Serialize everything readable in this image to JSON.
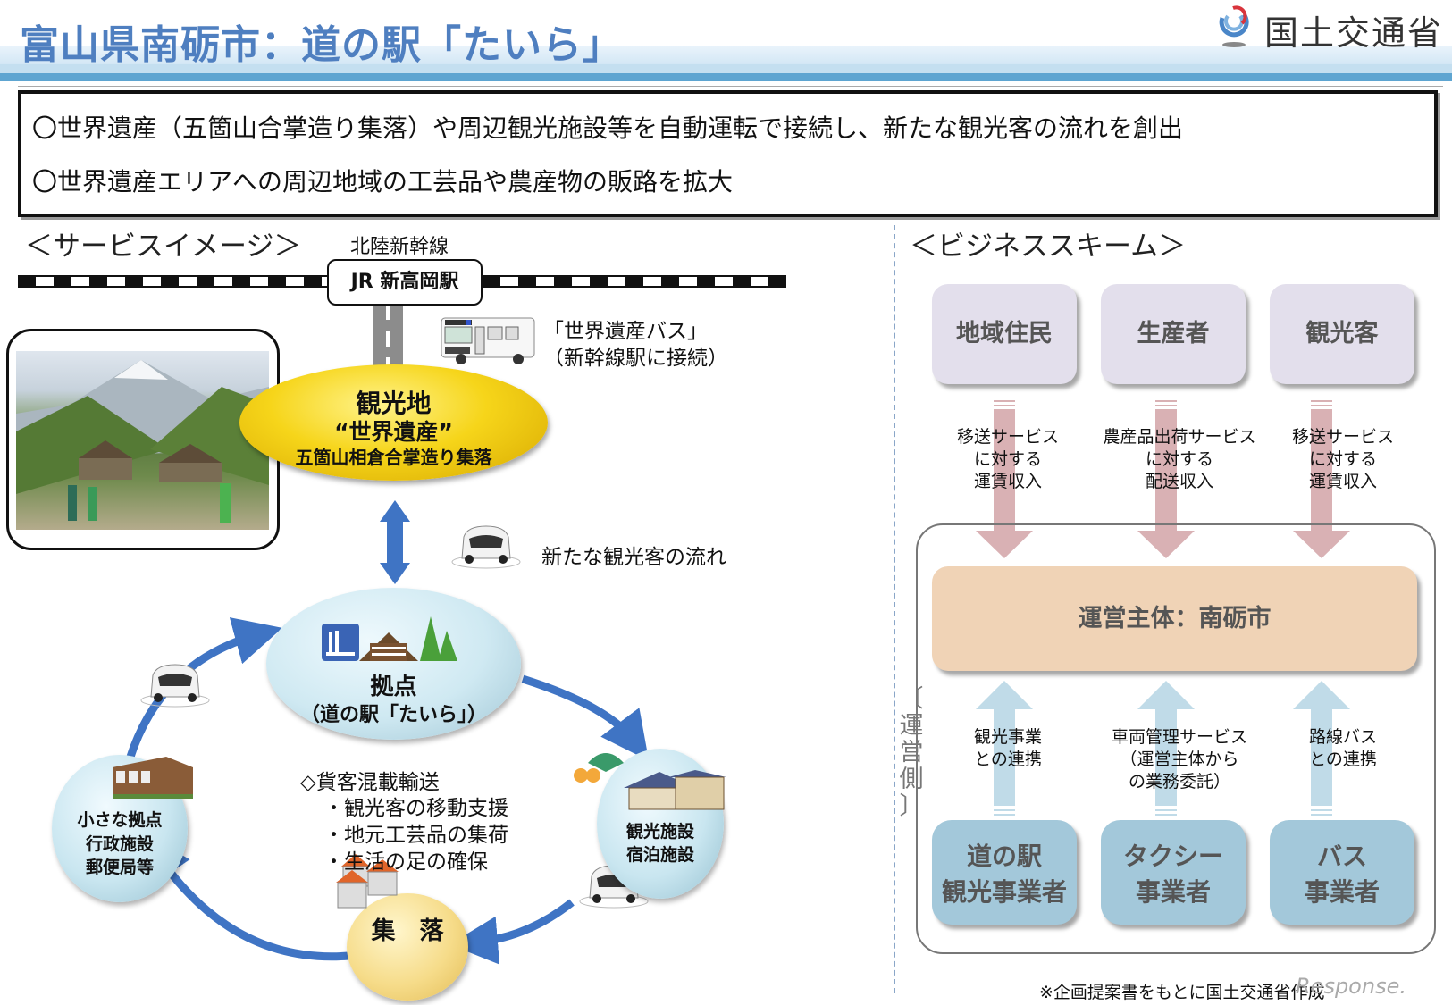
{
  "header": {
    "title": "富山県南砺市：道の駅「たいら」",
    "ministry": "国土交通省",
    "logo_icon": "mlit-logo-icon"
  },
  "summary": {
    "lines": [
      "〇世界遺産（五箇山合掌造り集落）や周辺観光施設等を自動運転で接続し、新たな観光客の流れを創出",
      "〇世界遺産エリアへの周辺地域の工芸品や農産物の販路を拡大"
    ]
  },
  "service_image": {
    "heading": "＜サービスイメージ＞",
    "railway_line": "北陸新幹線",
    "station": "JR 新高岡駅",
    "bus_label_1": "「世界遺産バス」",
    "bus_label_2": "（新幹線駅に接続）",
    "destination": {
      "line1": "観光地",
      "line2": "“世界遺産”",
      "line3": "五箇山相倉合掌造り集落"
    },
    "new_flow_label": "新たな観光客の流れ",
    "hub": {
      "line1": "拠点",
      "line2": "（道の駅「たいら」）"
    },
    "nodes": {
      "small_hub": [
        "小さな拠点",
        "行政施設",
        "郵便局等"
      ],
      "tourism": [
        "観光施設",
        "宿泊施設"
      ],
      "village": "集　落"
    },
    "mixed_transport": {
      "title": "◇貨客混載輸送",
      "items": [
        "・観光客の移動支援",
        "・地元工芸品の集荷",
        "・生活の足の確保"
      ]
    }
  },
  "business_scheme": {
    "heading": "＜ビジネススキーム＞",
    "stakeholders": [
      "地域住民",
      "生産者",
      "観光客"
    ],
    "revenue_flows": [
      [
        "移送サービス",
        "に対する",
        "運賃収入"
      ],
      [
        "農産品出荷サービス",
        "に対する",
        "配送収入"
      ],
      [
        "移送サービス",
        "に対する",
        "運賃収入"
      ]
    ],
    "operator_main": "運営主体：南砺市",
    "operator_side_label": "〔運営側〕",
    "support_flows": [
      [
        "観光事業",
        "との連携"
      ],
      [
        "車両管理サービス",
        "（運営主体から",
        "の業務委託）"
      ],
      [
        "路線バス",
        "との連携"
      ]
    ],
    "operators": [
      [
        "道の駅",
        "観光事業者"
      ],
      [
        "タクシー",
        "事業者"
      ],
      [
        "バス",
        "事業者"
      ]
    ],
    "colors": {
      "stakeholder_box": "#e3dfec",
      "operator_main_box": "#f0d3b6",
      "operator_box": "#a3c8da",
      "revenue_arrow": "#d9b1b4",
      "support_arrow": "#c0dbe8"
    }
  },
  "footnote": "※企画提案書をもとに国土交通省作成",
  "watermark": "Response."
}
